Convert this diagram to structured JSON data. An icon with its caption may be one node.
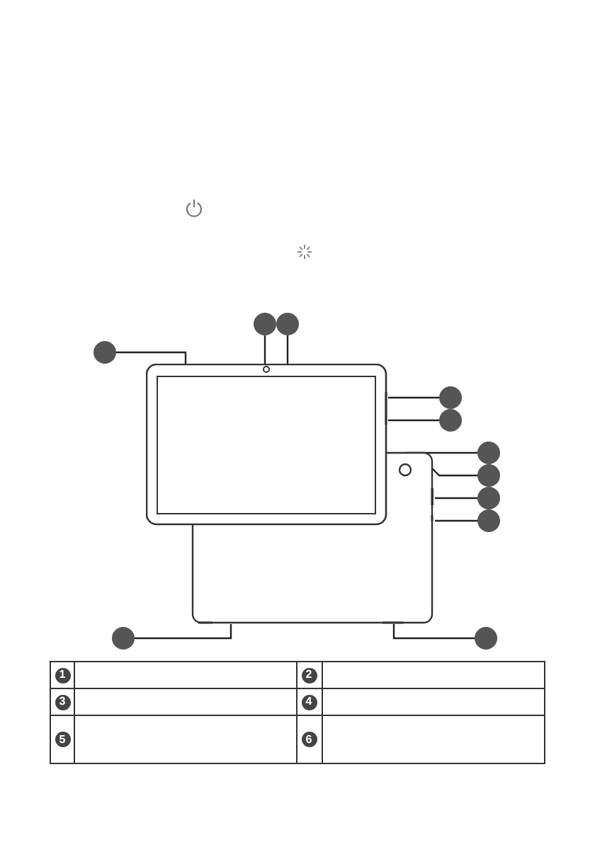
{
  "diagram": {
    "nodes": [
      {
        "text": [],
        "shape": "circle"
      },
      {
        "text": [],
        "shape": "circle"
      },
      {
        "text": [],
        "shape": "circle"
      },
      {
        "text": [],
        "shape": "circle"
      },
      {
        "text": [],
        "shape": "circle"
      },
      {
        "text": [],
        "shape": "circle"
      },
      {
        "text": [],
        "shape": "circle"
      },
      {
        "text": [],
        "shape": "circle"
      },
      {
        "text": [],
        "shape": "circle"
      },
      {
        "text": [],
        "shape": "circle"
      },
      {
        "text": [],
        "shape": "circle"
      },
      {
        "text": [],
        "shape": "picture"
      }
    ],
    "edges": [
      {
        "from": 0,
        "to": 11,
        "arrow": "none"
      },
      {
        "from": 1,
        "to": 11,
        "arrow": "none"
      },
      {
        "from": 2,
        "to": 11,
        "arrow": "none"
      },
      {
        "from": 3,
        "to": 11,
        "arrow": "none"
      },
      {
        "from": 4,
        "to": 11,
        "arrow": "none"
      },
      {
        "from": 5,
        "to": 11,
        "arrow": "none"
      },
      {
        "from": 6,
        "to": 11,
        "arrow": "none"
      },
      {
        "from": 7,
        "to": 11,
        "arrow": "none"
      },
      {
        "from": 8,
        "to": 11,
        "arrow": "none"
      },
      {
        "from": 9,
        "to": 11,
        "arrow": "none"
      },
      {
        "from": 10,
        "to": 11,
        "arrow": "none"
      }
    ],
    "labels": [
      "1",
      "2",
      "3",
      "4",
      "5",
      "6"
    ]
  }
}
